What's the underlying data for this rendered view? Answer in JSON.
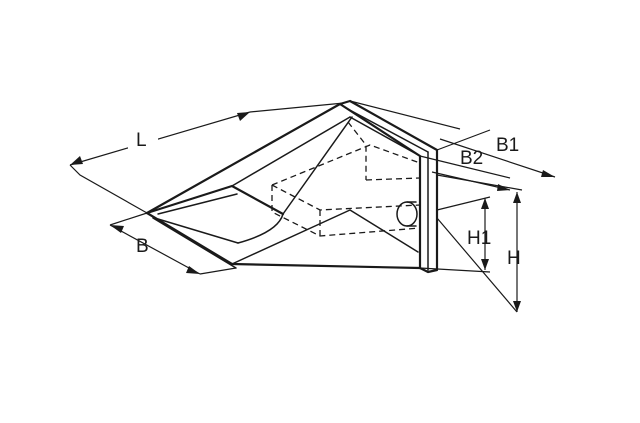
{
  "labels": {
    "L": "L",
    "B": "B",
    "B1": "B1",
    "B2": "B2",
    "H1": "H1",
    "H": "H"
  },
  "colors": {
    "ink": "#1a1a1a",
    "background": "#ffffff"
  }
}
